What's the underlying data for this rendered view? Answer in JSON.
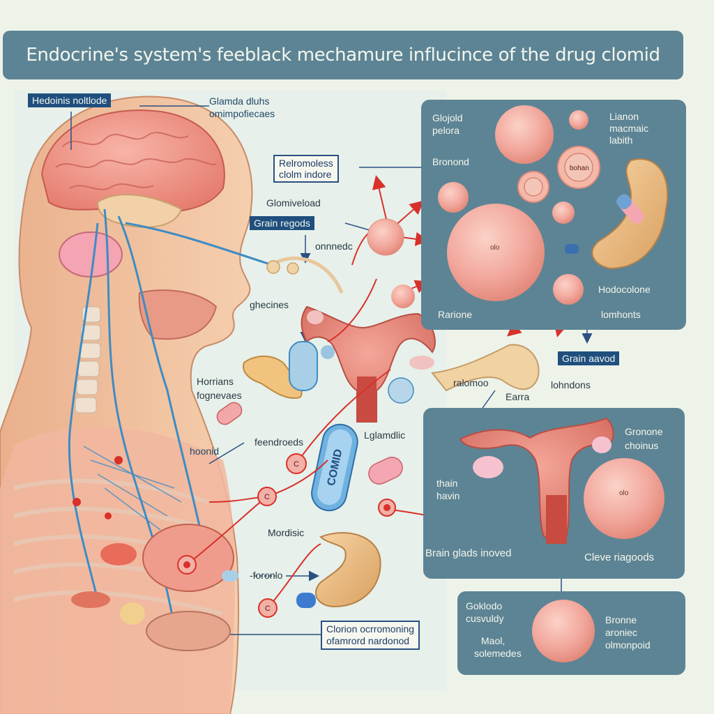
{
  "title": "Endocrine's system's feeblack mechamure influcince of the drug clomid",
  "labels": {
    "top_left_tag": "Hedoinis noltlode",
    "glands_line1": "Glamda dluhs",
    "glands_line2": "omimpofiecaes",
    "center_tag_line1": "Relromoless",
    "center_tag_line2": "clolm indore",
    "glomiveload": "Glomiveload",
    "grain_regods": "Grain regods",
    "onnnedc": "onnnedc",
    "ghecines": "ghecines",
    "horrians": "Horrians",
    "fognevaes": "fognevaes",
    "hoonid": "hoonid",
    "feendroeds": "feendroeds",
    "glamdlic": "Lglamdlic",
    "mordisic": "Mordisic",
    "foronlo": "-foronlo",
    "clorion_tag_line1": "Clorion ocrromoning",
    "clorion_tag_line2": "ofamrord nardonod",
    "ralomoo": "ralomoo",
    "earra": "Earra",
    "lohndons": "lohndons",
    "grain_aavod": "Grain aavod",
    "pill_text": "COMID",
    "cell_label_small": "olo",
    "box_pill_label": "bohan"
  },
  "panel_top": {
    "glojold_line1": "Glojold",
    "glojold_line2": "pelora",
    "lianon_line1": "Lianon",
    "lianon_line2": "macmaic",
    "lianon_line3": "labith",
    "bronond": "Bronond",
    "hodocolone": "Hodocolone",
    "rarione": "Rarione",
    "lomhonts": "lomhonts"
  },
  "panel_mid": {
    "gronone_line1": "Gronone",
    "gronone_line2": "choinus",
    "thain_line1": "thain",
    "thain_line2": "havin",
    "brain_glads": "Brain glads inoved",
    "cleve": "Cleve riagoods"
  },
  "panel_bottom": {
    "goklodo_line1": "Goklodo",
    "goklodo_line2": "cusvuldy",
    "maol_line1": "Maol,",
    "maol_line2": "solemedes",
    "bronne_line1": "Bronne",
    "bronne_line2": "aroniec",
    "bronne_line3": "olmonpoid"
  },
  "colors": {
    "background": "#eef3ea",
    "title_bar": "#5d8494",
    "panel": "#5d8494",
    "arrow": "#d9302a",
    "tag_border": "#2b4f82",
    "cell": "#f2a79c"
  }
}
